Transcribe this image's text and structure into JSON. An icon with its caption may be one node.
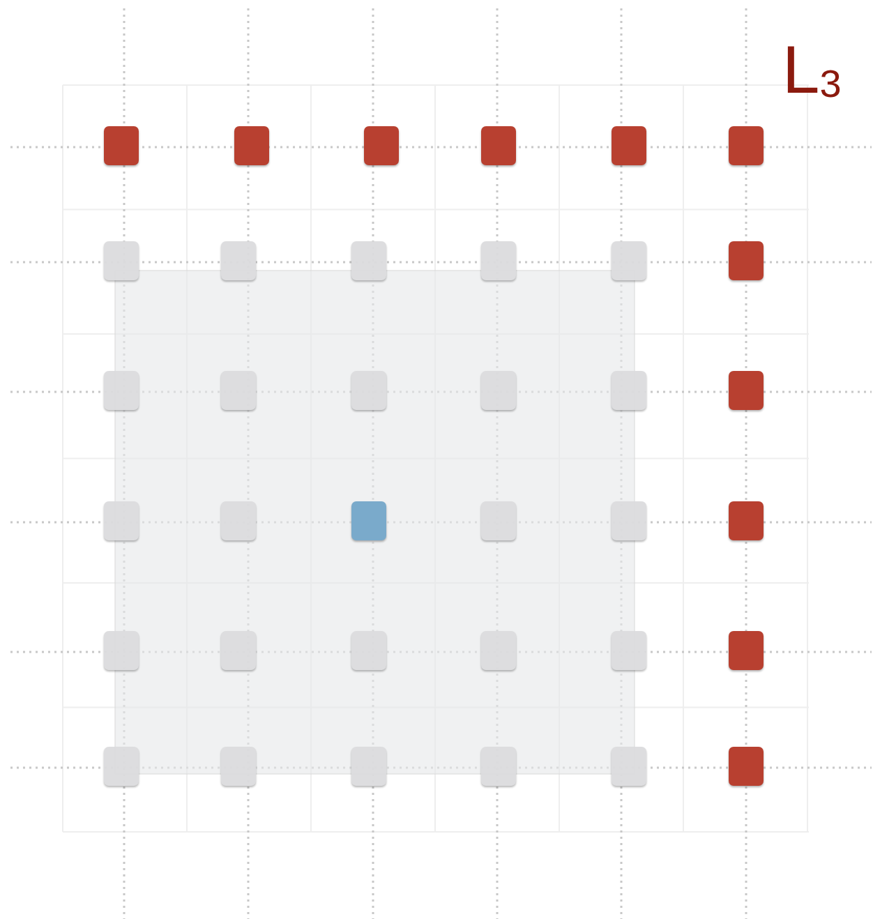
{
  "diagram": {
    "nodes": [
      {
        "text": [],
        "shape": "box"
      },
      {
        "text": [],
        "shape": "box"
      },
      {
        "text": [],
        "shape": "box"
      },
      {
        "text": [],
        "shape": "box"
      },
      {
        "text": [],
        "shape": "box"
      },
      {
        "text": [],
        "shape": "box"
      },
      {
        "text": [],
        "shape": "box"
      },
      {
        "text": [],
        "shape": "box"
      },
      {
        "text": [],
        "shape": "box"
      },
      {
        "text": [],
        "shape": "box"
      },
      {
        "text": [],
        "shape": "box"
      },
      {
        "text": [],
        "shape": "box"
      },
      {
        "text": [],
        "shape": "box"
      },
      {
        "text": [],
        "shape": "box"
      },
      {
        "text": [],
        "shape": "box"
      },
      {
        "text": [],
        "shape": "box"
      },
      {
        "text": [],
        "shape": "box"
      },
      {
        "text": [],
        "shape": "box"
      },
      {
        "text": [],
        "shape": "box"
      },
      {
        "text": [],
        "shape": "box"
      },
      {
        "text": [],
        "shape": "box"
      },
      {
        "text": [],
        "shape": "box"
      },
      {
        "text": [],
        "shape": "box"
      },
      {
        "text": [],
        "shape": "box"
      },
      {
        "text": [],
        "shape": "box"
      },
      {
        "text": [],
        "shape": "box"
      },
      {
        "text": [],
        "shape": "box"
      },
      {
        "text": [],
        "shape": "box"
      },
      {
        "text": [],
        "shape": "box"
      },
      {
        "text": [],
        "shape": "box"
      },
      {
        "text": [],
        "shape": "box"
      },
      {
        "text": [],
        "shape": "box"
      },
      {
        "text": [],
        "shape": "box"
      },
      {
        "text": [],
        "shape": "box"
      },
      {
        "text": [],
        "shape": "box"
      },
      {
        "text": [],
        "shape": "box"
      }
    ],
    "edges": [],
    "labels": [
      "L$_{3}$"
    ]
  }
}
